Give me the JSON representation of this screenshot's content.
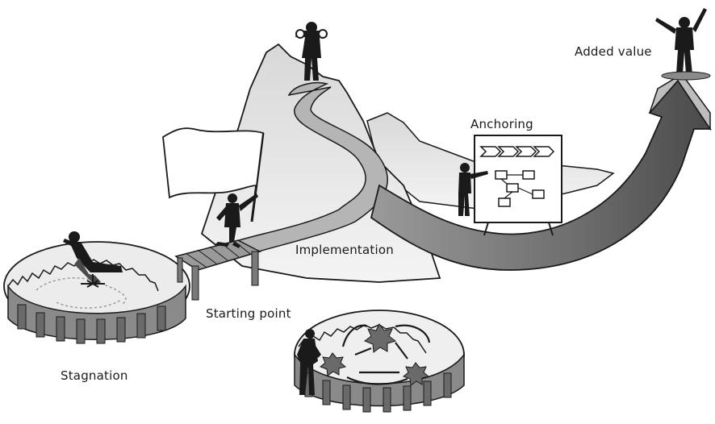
{
  "labels": {
    "added_value": "Added value",
    "anchoring": "Anchoring",
    "implementation": "Implementation",
    "starting_point": "Starting point",
    "stagnation": "Stagnation"
  },
  "colors": {
    "ink": "#1a1a1a",
    "shade": "#8a8a8a",
    "light_shade": "#c8c8c8",
    "paper": "#ffffff"
  }
}
